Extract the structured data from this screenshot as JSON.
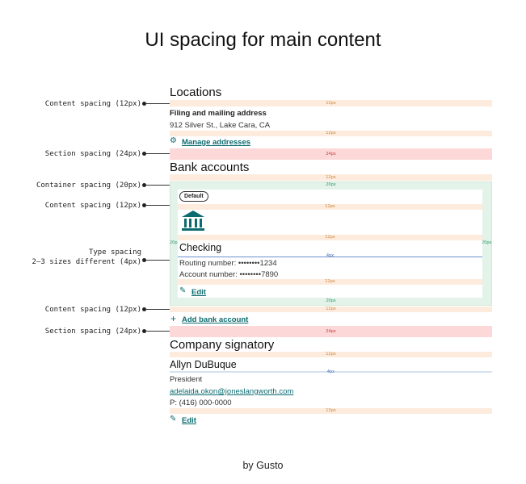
{
  "title": "UI spacing for main content",
  "footer": "by Gusto",
  "annotations": {
    "content_1": "Content spacing (12px)",
    "section_1": "Section spacing (24px)",
    "container": "Container spacing (20px)",
    "content_2": "Content spacing (12px)",
    "type_line1": "Type spacing",
    "type_line2": "2–3 sizes different (4px)",
    "content_3": "Content spacing (12px)",
    "section_2": "Section spacing (24px)"
  },
  "spacing_labels": {
    "px12": "12px",
    "px24": "24px",
    "px20": "20px",
    "px4": "4px"
  },
  "locations": {
    "heading": "Locations",
    "address_title": "Filing and mailing address",
    "address": "912 Silver St., Lake Cara, CA",
    "manage_link": "Manage addresses"
  },
  "bank": {
    "heading": "Bank accounts",
    "badge": "Default",
    "account_name": "Checking",
    "routing": "Routing number: ••••••••1234",
    "account": "Account number: ••••••••7890",
    "edit": "Edit",
    "add_link": "Add bank account"
  },
  "signatory": {
    "heading": "Company signatory",
    "name": "Allyn DuBuque",
    "role": "President",
    "email": "adelaida.okon@joneslangworth.com",
    "phone": "P: (416) 000-0000",
    "edit": "Edit"
  },
  "colors": {
    "content_band": "#fdebdd",
    "section_band": "#fcd8d8",
    "container_band": "#e3f3ea",
    "type_band": "#d6e1f1",
    "link": "#0b6b70"
  },
  "icons": [
    "gear-icon",
    "bank-icon",
    "pencil-icon",
    "plus-icon"
  ]
}
